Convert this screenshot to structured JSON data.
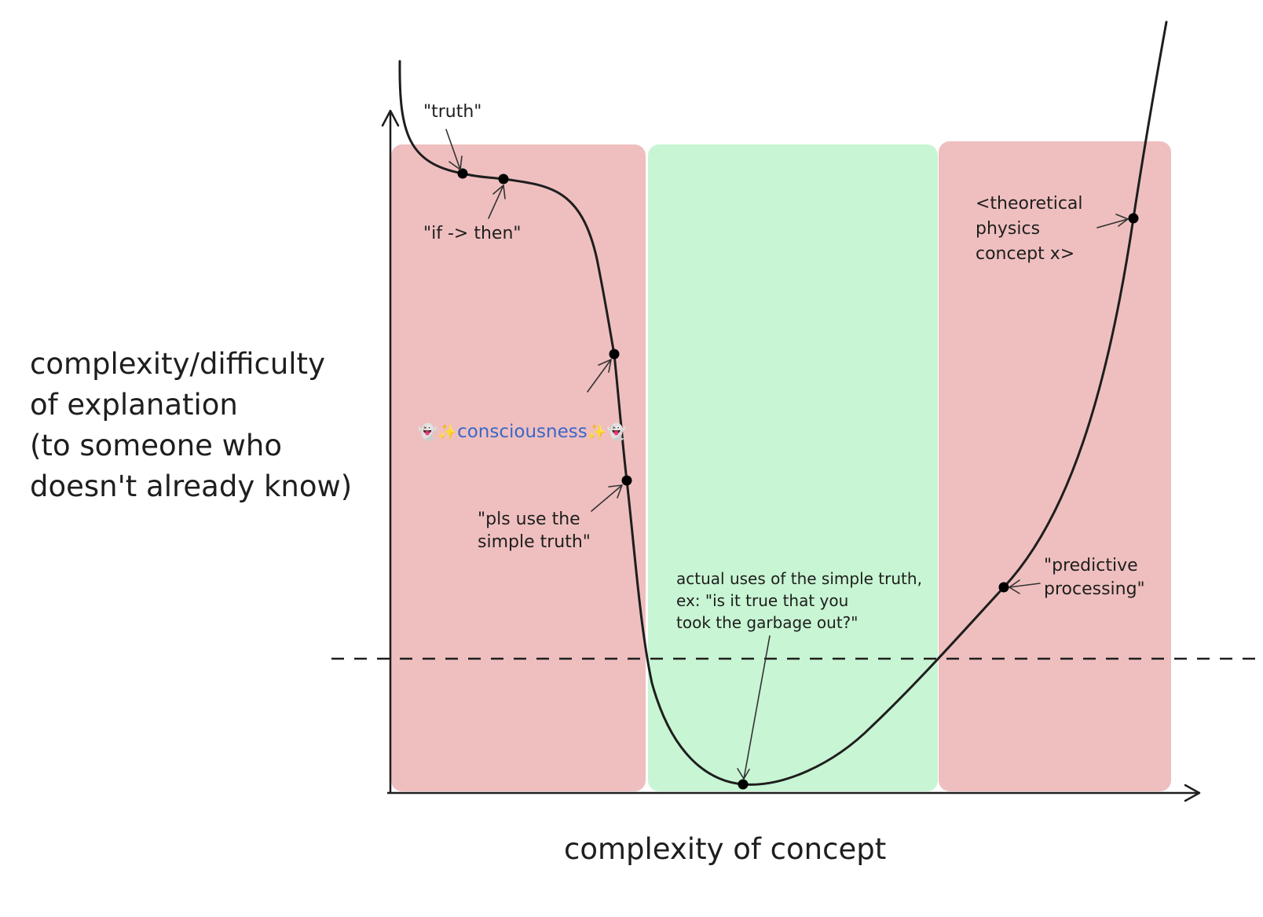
{
  "diagram": {
    "y_axis_label": "complexity/difficulty\nof explanation\n(to someone who\ndoesn't already know)",
    "x_axis_label": "complexity of concept",
    "regions": [
      {
        "name": "too-simple-zone",
        "color": "#efbfbf",
        "meaning": "bad"
      },
      {
        "name": "sweet-spot-zone",
        "color": "#c8f5d3",
        "meaning": "good"
      },
      {
        "name": "too-complex-zone",
        "color": "#efbfbf",
        "meaning": "bad"
      }
    ],
    "threshold_line": {
      "style": "dashed"
    },
    "annotations": {
      "truth": "\"truth\"",
      "if_then": "\"if -> then\"",
      "consciousness": {
        "prefix": "👻✨",
        "word": "consciousness",
        "suffix": "✨👻"
      },
      "simple_truth": "\"pls use the\nsimple truth\"",
      "actual_uses": "actual uses of the simple truth,\nex: \"is it true that you\ntook the garbage out?\"",
      "theoretical": "<theoretical\nphysics\nconcept x>",
      "predictive": "\"predictive\nprocessing\""
    },
    "colors": {
      "ink": "#1e1e1e",
      "red_zone": "#efbfbf",
      "green_zone": "#c8f5d3",
      "consciousness_text": "#3a67c8",
      "sparkle": "#f2c230"
    }
  }
}
